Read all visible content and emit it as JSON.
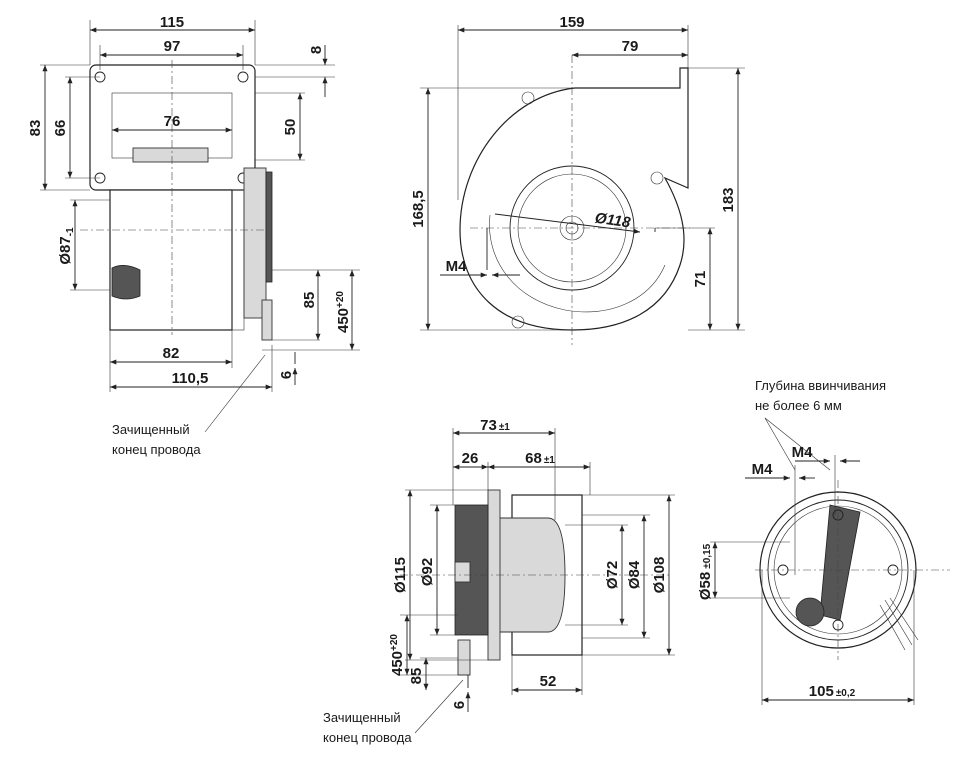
{
  "views": {
    "front": {
      "dims": {
        "w115": "115",
        "w97": "97",
        "w76": "76",
        "h8": "8",
        "h83": "83",
        "h66": "66",
        "h50": "50",
        "d87": "Ø87",
        "d87_tol": "-1",
        "h85": "85",
        "l450": "450",
        "l450_tol": "+20",
        "w82": "82",
        "w110_5": "110,5",
        "h6": "6"
      },
      "note": [
        "Зачищенный",
        "конец провода"
      ]
    },
    "side": {
      "dims": {
        "w159": "159",
        "w79": "79",
        "h168_5": "168,5",
        "h183": "183",
        "d118": "Ø118",
        "m4": "M4",
        "h71": "71"
      }
    },
    "bottom": {
      "dims": {
        "w73": "73",
        "w73_tol": "±1",
        "w26": "26",
        "w68": "68",
        "w68_tol": "±1",
        "d115": "Ø115",
        "d92": "Ø92",
        "d72": "Ø72",
        "d84": "Ø84",
        "d108": "Ø108",
        "l450": "450",
        "l450_tol": "+20",
        "h85": "85",
        "h6": "6",
        "w52": "52"
      },
      "note": [
        "Зачищенный",
        "конец провода"
      ]
    },
    "motor": {
      "note": [
        "Глубина ввинчивания",
        "не более 6 мм"
      ],
      "dims": {
        "m4": "M4",
        "m4b": "M4",
        "d58": "Ø58",
        "d58_tol": "±0,15",
        "w105": "105",
        "w105_tol": "±0,2"
      }
    }
  }
}
